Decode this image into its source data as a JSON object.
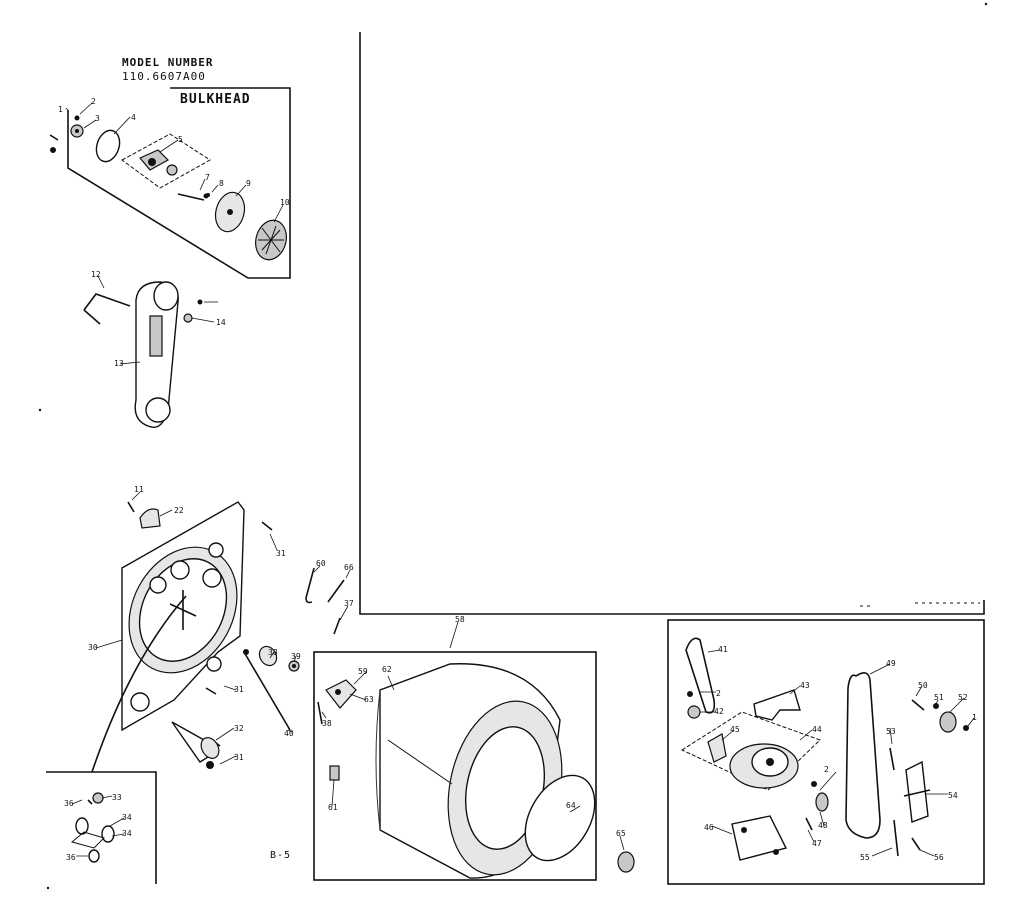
{
  "header": {
    "model_caption": "MODEL NUMBER",
    "model_number": "110.6607A00",
    "title": "BULKHEAD"
  },
  "page_marker": "B-5",
  "colors": {
    "ink": "#111111",
    "paper": "#ffffff",
    "shade": "#c8c8c8"
  },
  "part_labels": [
    "1",
    "2",
    "3",
    "4",
    "5",
    "7",
    "8",
    "9",
    "10",
    "11",
    "12",
    "13",
    "14",
    "22",
    "30",
    "31",
    "32",
    "33",
    "34",
    "36",
    "37",
    "38",
    "39",
    "40",
    "41",
    "42",
    "43",
    "44",
    "45",
    "46",
    "47",
    "48",
    "49",
    "50",
    "51",
    "52",
    "53",
    "54",
    "55",
    "56",
    "58",
    "60",
    "61",
    "62",
    "63",
    "64",
    "65",
    "66"
  ]
}
